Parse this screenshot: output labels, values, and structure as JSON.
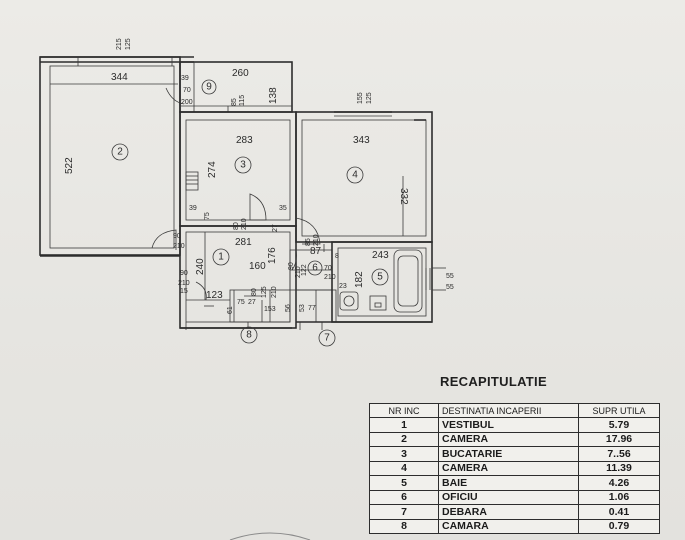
{
  "plan": {
    "room_numbers": [
      "1",
      "2",
      "3",
      "4",
      "5",
      "6",
      "7",
      "8",
      "9"
    ],
    "dimensions": {
      "d_215": "215",
      "d_125a": "125",
      "d_344": "344",
      "d_39a": "39",
      "d_70a": "70",
      "d_200": "200",
      "d_260": "260",
      "d_85a": "85",
      "d_115": "115",
      "d_138": "138",
      "d_155": "155",
      "d_125b": "125",
      "d_283": "283",
      "d_343": "343",
      "d_522": "522",
      "d_274": "274",
      "d_332": "332",
      "d_39b": "39",
      "d_75": "75",
      "d_80a": "80",
      "d_210a": "210",
      "d_35": "35",
      "d_90a": "90",
      "d_210b": "210",
      "d_281": "281",
      "d_27": "27",
      "d_85b": "85",
      "d_210c": "210",
      "d_87": "87",
      "d_243": "243",
      "d_8": "8",
      "d_240": "240",
      "d_160": "160",
      "d_176": "176",
      "d_90b": "90",
      "d_210d": "210",
      "d_122": "122",
      "d_70b": "70",
      "d_210e": "210",
      "d_182": "182",
      "d_90c": "90",
      "d_210f": "210",
      "d_15": "15",
      "d_123": "123",
      "d_80b": "80",
      "d_210g": "210",
      "d_125c": "125",
      "d_23": "23",
      "d_75b": "75",
      "d_27b": "27",
      "d_153": "153",
      "d_61": "61",
      "d_56": "56",
      "d_53": "53",
      "d_77": "77",
      "d_55a": "55",
      "d_55b": "55"
    }
  },
  "recap": {
    "title": "RECAPITULATIE",
    "headers": [
      "NR INC",
      "DESTINATIA INCAPERII",
      "SUPR UTILA"
    ],
    "rows": [
      [
        "1",
        "VESTIBUL",
        "5.79"
      ],
      [
        "2",
        "CAMERA",
        "17.96"
      ],
      [
        "3",
        "BUCATARIE",
        "7..56"
      ],
      [
        "4",
        "CAMERA",
        "11.39"
      ],
      [
        "5",
        "BAIE",
        "4.26"
      ],
      [
        "6",
        "OFICIU",
        "1.06"
      ],
      [
        "7",
        "DEBARA",
        "0.41"
      ],
      [
        "8",
        "CAMARA",
        "0.79"
      ]
    ]
  }
}
